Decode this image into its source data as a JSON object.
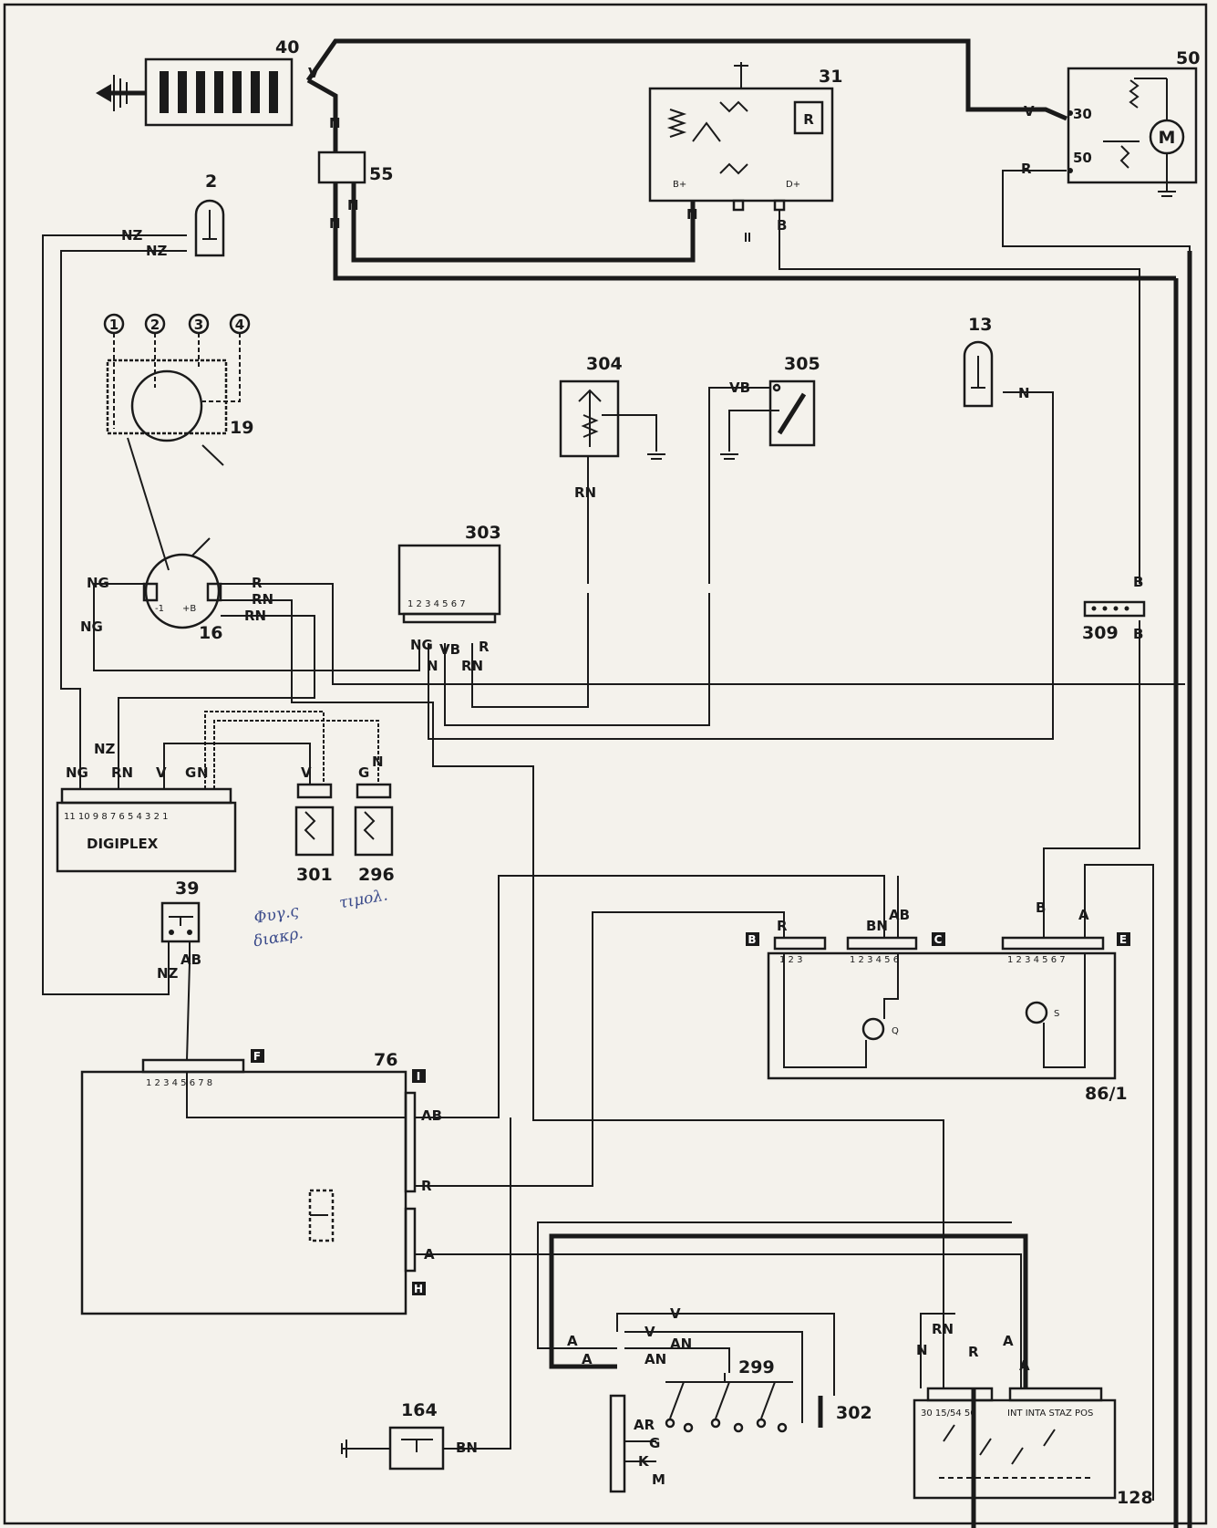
{
  "components": {
    "c40": "40",
    "c50": "50",
    "c31": "31",
    "c55": "55",
    "c2": "2",
    "c13": "13",
    "c19": "19",
    "c16": "16",
    "c304": "304",
    "c305": "305",
    "c303": "303",
    "c309": "309",
    "c39": "39",
    "c301": "301",
    "c296": "296",
    "c76": "76",
    "c86_1": "86/1",
    "c299": "299",
    "c302": "302",
    "c164": "164",
    "c128": "128"
  },
  "sub_labels": {
    "alternator_R": "R",
    "alternator_plus": "B+",
    "alternator_dplus": "D+",
    "motor_M": "M",
    "starter_30": "30",
    "starter_50": "50",
    "digiplex": "DIGIPLEX",
    "digiplex_pins": "11 10 9 8 7 6 5 4 3 2 1",
    "pins_303": "1 2 3 4 5 6 7",
    "dist_1": "1",
    "dist_2": "2",
    "dist_3": "3",
    "dist_4": "4",
    "coil_minus": "-1",
    "coil_plus": "+B",
    "lamp_q": "Q",
    "lamp_s": "S",
    "pins_123": "1 2 3",
    "pins_123456": "1 2 3 4 5 6",
    "pins_1234567": "1 2 3 4 5 6 7",
    "pins_12345678": "1 2 3 4 5 6 7 8",
    "ign_pins": "30  15/54  50",
    "ign_pins2": "INT INTA STAZ POS"
  },
  "connector_tags": {
    "F": "F",
    "I": "I",
    "H": "H",
    "B": "B",
    "C": "C",
    "E": "E"
  },
  "wire_labels": {
    "V1": "V",
    "N1": "N",
    "N2": "N",
    "N3": "N",
    "N4": "N",
    "B1": "B",
    "V2": "V",
    "R1": "R",
    "NZ1": "NZ",
    "NZ2": "NZ",
    "NG1": "NG",
    "NG2": "NG",
    "R2": "R",
    "RN1": "RN",
    "RN2": "RN",
    "RN3": "RN",
    "VB1": "VB",
    "N5": "N",
    "NG3": "NG",
    "N6": "N",
    "VB2": "VB",
    "RN4": "RN",
    "R3": "R",
    "B2": "B",
    "B3": "B",
    "NG4": "NG",
    "NZ3": "NZ",
    "RN5": "RN",
    "V3": "V",
    "G1": "G",
    "N7": "N",
    "V4": "V",
    "G2": "G",
    "N8": "N",
    "NZ4": "NZ",
    "AB1": "AB",
    "R4": "R",
    "BN1": "BN",
    "AB2": "AB",
    "B4": "B",
    "A1": "A",
    "AB3": "AB",
    "R5": "R",
    "A2": "A",
    "V5": "V",
    "V6": "V",
    "A3": "A",
    "A4": "A",
    "AN1": "AN",
    "AN2": "AN",
    "AR1": "AR",
    "G3": "G",
    "K1": "K",
    "M1": "M",
    "BN2": "BN",
    "N9": "N",
    "RN6": "RN",
    "R6": "R",
    "A5": "A",
    "A6": "A"
  },
  "handwritten_note": [
    "Φυγ.ς",
    "διακρ.",
    "τιμολ."
  ]
}
